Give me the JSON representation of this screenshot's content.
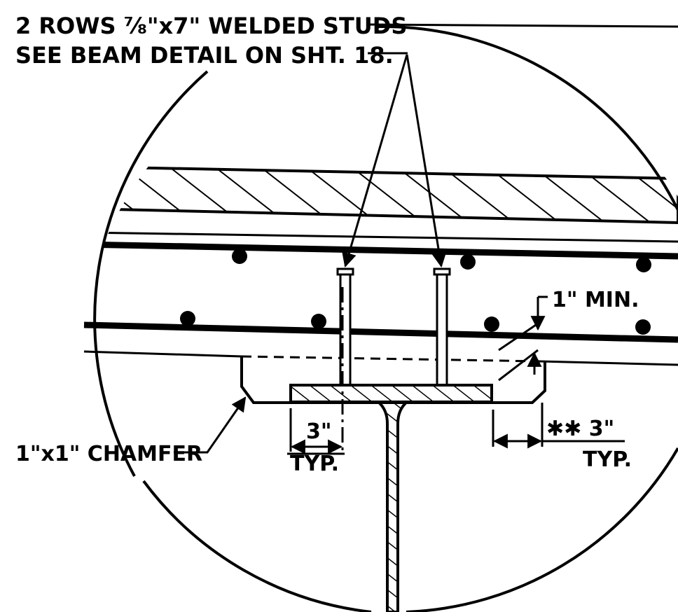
{
  "callouts": {
    "studs_line1": "2 ROWS ⅞\"x7\" WELDED STUDS",
    "studs_line2": "SEE BEAM DETAIL ON SHT. 18.",
    "cover": "1\" MIN.",
    "chamfer": "1\"x1\" CHAMFER",
    "dim_left_value": "3\"",
    "dim_left_note": "TYP.",
    "dim_right_value": "✱✱ 3\"",
    "dim_right_note": "TYP."
  },
  "colors": {
    "ink": "#000000",
    "paper": "#ffffff"
  }
}
